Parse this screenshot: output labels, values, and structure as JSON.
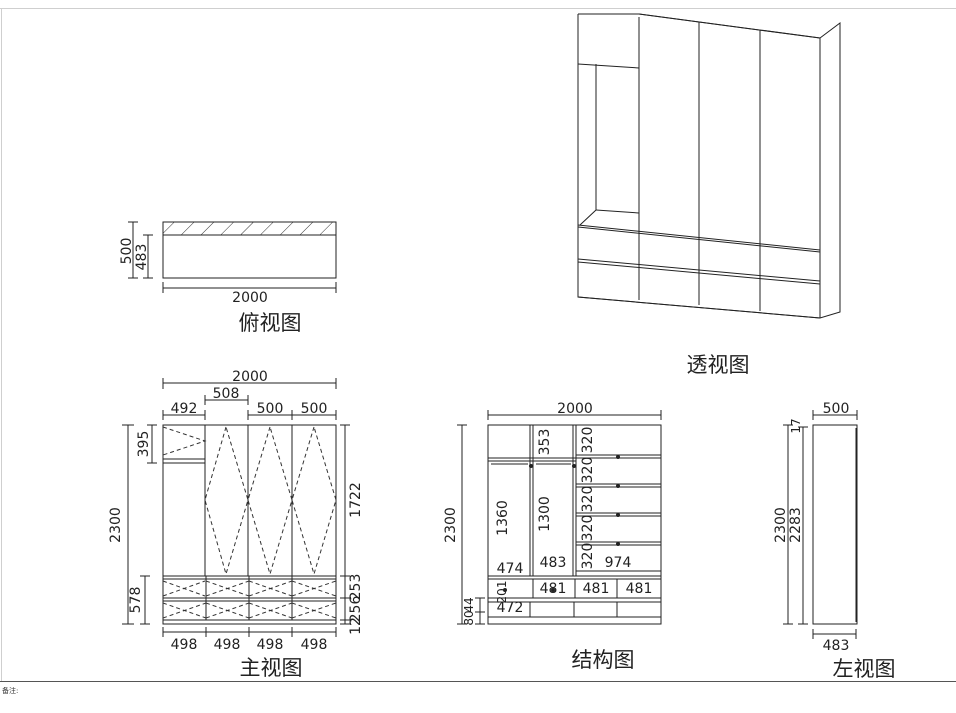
{
  "views": {
    "top": {
      "title": "俯视图",
      "depth_total": "500",
      "depth_inner": "483",
      "width": "2000"
    },
    "perspective": {
      "title": "透视图"
    },
    "front": {
      "title": "主视图",
      "total_width": "2000",
      "top_widths": [
        "492",
        "500",
        "500"
      ],
      "mid_width": "508",
      "bottom_widths": [
        "498",
        "498",
        "498",
        "498"
      ],
      "height_total": "2300",
      "height_top": "395",
      "height_bottom": "578",
      "right_door": "1722",
      "right_d1": "253",
      "right_d2": "256",
      "right_d3": "12"
    },
    "structure": {
      "title": "结构图",
      "total_width": "2000",
      "height_total": "2300",
      "top_box": "353",
      "shelves": [
        "320",
        "320",
        "320",
        "320",
        "320",
        "320"
      ],
      "col1_height": "1360",
      "col2_height": "1300",
      "w_474": "474",
      "w_483": "483",
      "w_974": "974",
      "drawer_w": [
        "481",
        "481",
        "481"
      ],
      "drawer_h": "201",
      "w_472": "472",
      "h_80": "80",
      "h_44": "44"
    },
    "left": {
      "title": "左视图",
      "depth_total": "500",
      "depth_inner": "483",
      "height_total": "2300",
      "height_inner": "2283",
      "top_gap": "17"
    }
  },
  "footer": {
    "remark_label": "备注:"
  },
  "colors": {
    "line": "#222222",
    "frame": "#cfcfcf"
  }
}
